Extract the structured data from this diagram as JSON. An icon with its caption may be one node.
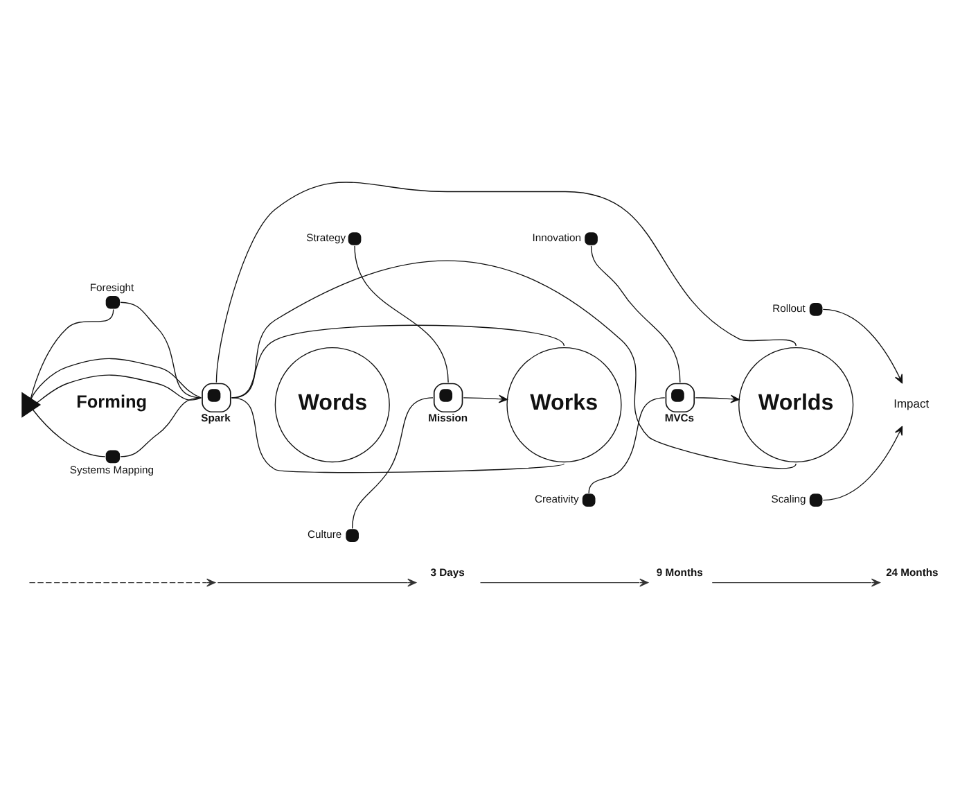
{
  "diagram": {
    "nodes": [
      {
        "text": [],
        "shape": "picture"
      },
      {
        "text": [
          "Foresight"
        ]
      },
      {
        "text": [
          "Systems Mapping"
        ]
      },
      {
        "text": [
          "Spark"
        ]
      },
      {
        "text": [
          "Words"
        ]
      },
      {
        "text": [
          "Strategy"
        ]
      },
      {
        "text": [
          "Culture"
        ]
      },
      {
        "text": [
          "Mission"
        ]
      },
      {
        "text": [
          "Works"
        ]
      },
      {
        "text": [
          "Innovation"
        ]
      },
      {
        "text": [
          "Creativity"
        ]
      },
      {
        "text": [
          "MVCs"
        ]
      },
      {
        "text": [
          "Worlds"
        ]
      },
      {
        "text": [
          "Rollout"
        ]
      },
      {
        "text": [
          "Scaling"
        ]
      },
      {
        "text": [
          "Impact"
        ]
      }
    ],
    "edges": [
      {
        "from": 0,
        "to": 1,
        "arrow": "none"
      },
      {
        "from": 1,
        "to": 3,
        "arrow": "none"
      },
      {
        "from": 0,
        "to": 3,
        "arrow": "none"
      },
      {
        "from": 0,
        "to": 3,
        "arrow": "none"
      },
      {
        "from": 0,
        "to": 2,
        "arrow": "none"
      },
      {
        "from": 2,
        "to": 3,
        "arrow": "none"
      },
      {
        "from": 3,
        "to": 8,
        "arrow": "none"
      },
      {
        "from": 3,
        "to": 8,
        "arrow": "none"
      },
      {
        "from": 3,
        "to": 12,
        "arrow": "none"
      },
      {
        "from": 3,
        "to": 12,
        "arrow": "none"
      },
      {
        "from": 5,
        "to": 7,
        "arrow": "none"
      },
      {
        "from": 6,
        "to": 7,
        "arrow": "none"
      },
      {
        "from": 7,
        "to": 8,
        "arrow": "to"
      },
      {
        "from": 9,
        "to": 11,
        "arrow": "none"
      },
      {
        "from": 10,
        "to": 11,
        "arrow": "none"
      },
      {
        "from": 11,
        "to": 12,
        "arrow": "to"
      },
      {
        "from": 13,
        "to": 15,
        "arrow": "to"
      },
      {
        "from": 14,
        "to": 15,
        "arrow": "to"
      }
    ],
    "labels": [
      "Forming",
      "3 Days",
      "9 Months",
      "24 Months"
    ]
  }
}
